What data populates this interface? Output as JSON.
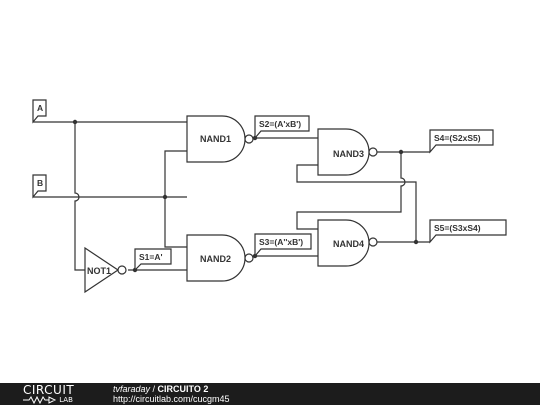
{
  "inputs": {
    "a": "A",
    "b": "B"
  },
  "gates": {
    "nand1": "NAND1",
    "nand2": "NAND2",
    "nand3": "NAND3",
    "nand4": "NAND4",
    "not1": "NOT1"
  },
  "probes": {
    "s1": "S1=A'",
    "s2": "S2=(A'xB')",
    "s3": "S3=(A''xB')",
    "s4": "S4=(S2xS5)",
    "s5": "S5=(S3xS4)"
  },
  "footer": {
    "logo_top": "CIRCUIT",
    "logo_bottom": "LAB",
    "author": "tvfaraday",
    "separator": " / ",
    "title": "CIRCUITO 2",
    "url": "http://circuitlab.com/cucgm45"
  }
}
